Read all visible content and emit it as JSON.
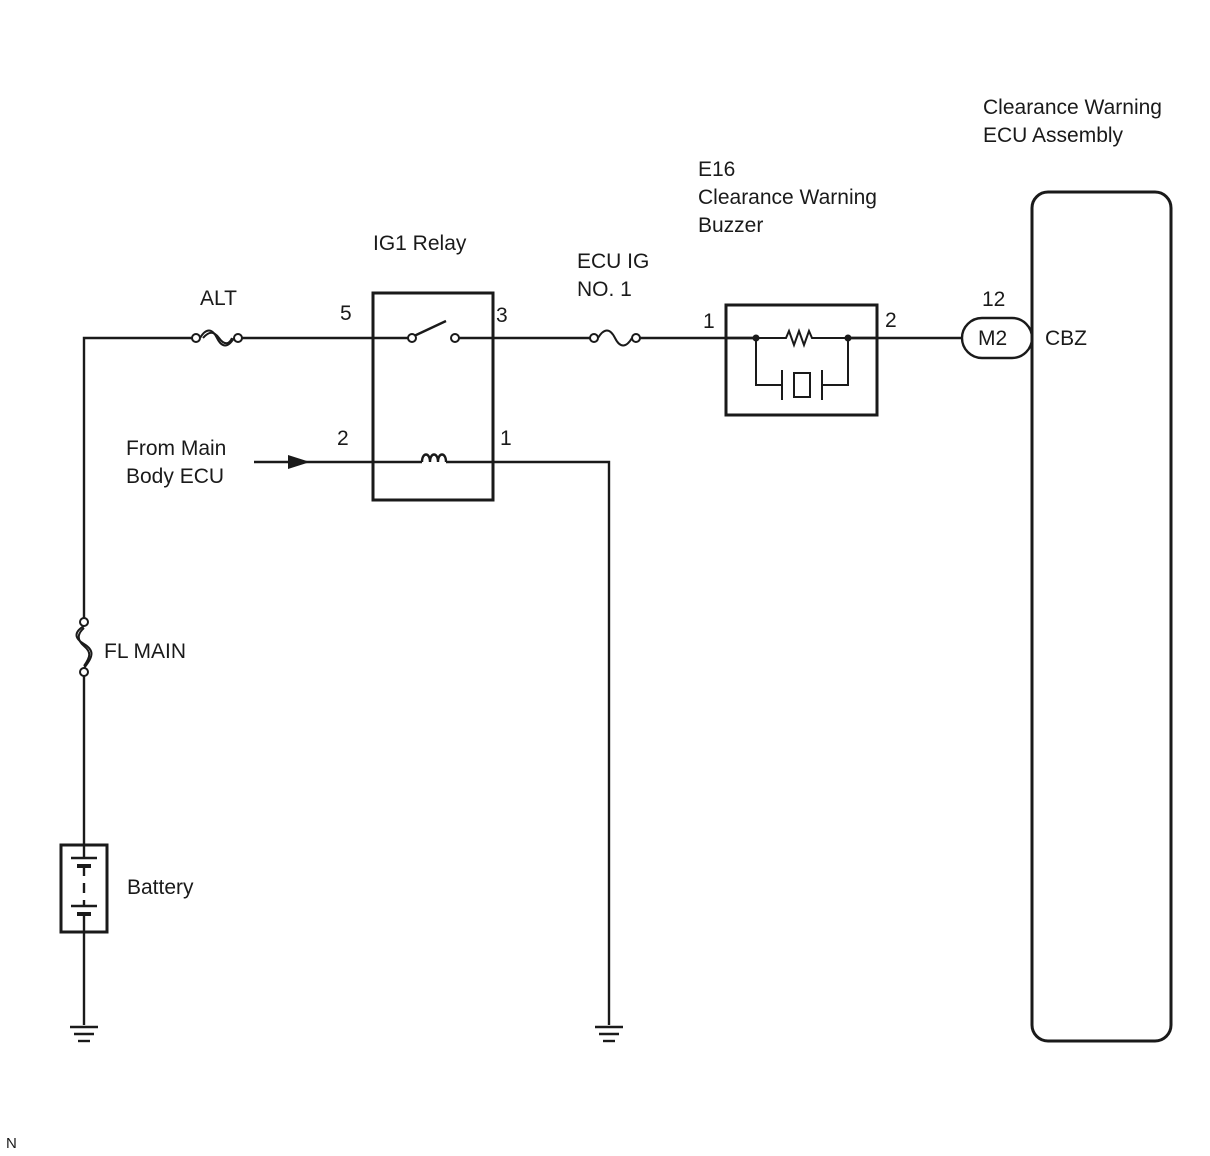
{
  "ecu": {
    "title_line1": "Clearance Warning",
    "title_line2": "ECU Assembly",
    "pin_number": "12",
    "connector": "M2",
    "terminal": "CBZ"
  },
  "buzzer": {
    "code": "E16",
    "name_line1": "Clearance Warning",
    "name_line2": "Buzzer",
    "pin_left": "1",
    "pin_right": "2"
  },
  "relay": {
    "name": "IG1 Relay",
    "pin_5": "5",
    "pin_3": "3",
    "pin_2": "2",
    "pin_1": "1"
  },
  "fuses": {
    "alt": "ALT",
    "ecu_ig_line1": "ECU IG",
    "ecu_ig_line2": "NO. 1",
    "fl_main": "FL MAIN"
  },
  "source": {
    "line1": "From Main",
    "line2": "Body ECU"
  },
  "battery": {
    "label": "Battery"
  },
  "corner_mark": "N"
}
